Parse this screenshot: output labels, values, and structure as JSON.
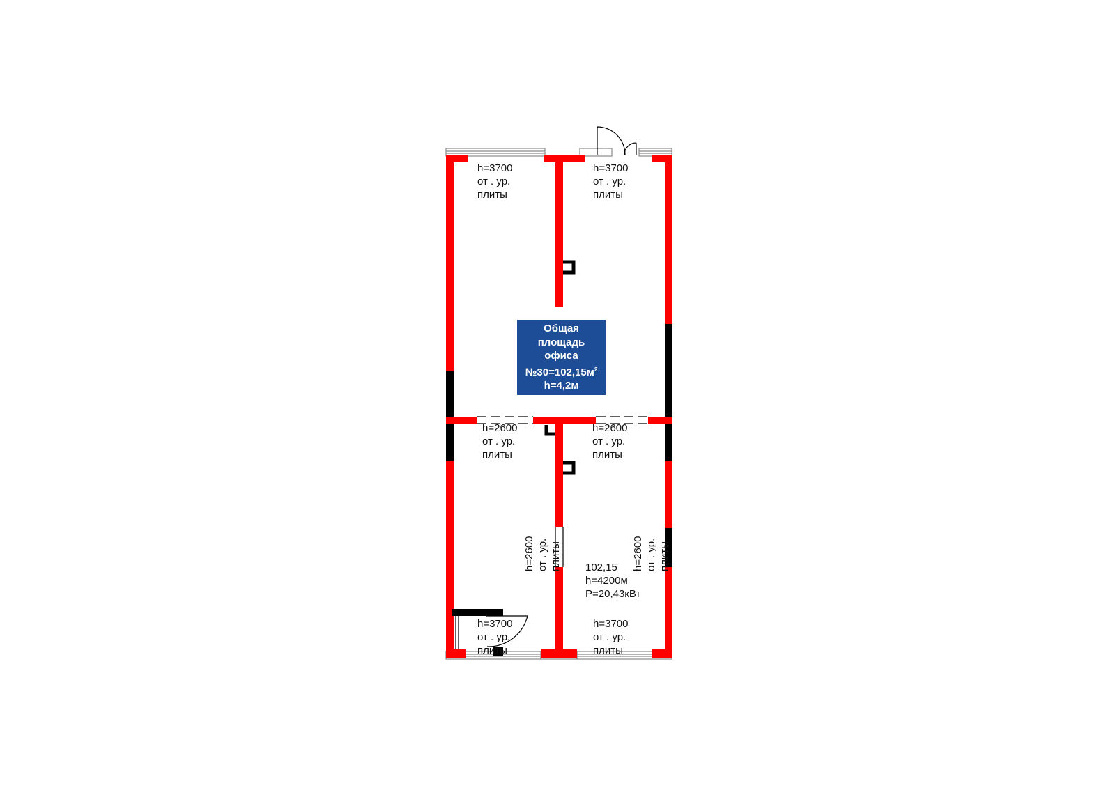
{
  "colors": {
    "wall": "#ff0000",
    "column": "#000000",
    "window": "#8a8a8a",
    "info_box": "#1e4d97",
    "info_text": "#ffffff"
  },
  "info_box": {
    "line1": "Общая",
    "line2": "площадь",
    "line3": "офиса",
    "line4": "№30=102,15м",
    "line4_sup": "2",
    "line5": "h=4,2м"
  },
  "labels": {
    "room_top_left": {
      "h": "h=3700",
      "sub1": "от .  ур.",
      "sub2": "плиты"
    },
    "room_top_right": {
      "h": "h=3700",
      "sub1": "от .  ур.",
      "sub2": "плиты"
    },
    "room_mid_left": {
      "h": "h=2600",
      "sub1": "от .  ур.",
      "sub2": "плиты"
    },
    "room_mid_right": {
      "h": "h=2600",
      "sub1": "от .  ур.",
      "sub2": "плиты"
    },
    "wall_vertical_left": {
      "h": "h=2600",
      "sub1": "от .  ур.",
      "sub2": "плиты"
    },
    "wall_vertical_right": {
      "h": "h=2600",
      "sub1": "от .  ур.",
      "sub2": "плиты"
    },
    "room_bottom_left": {
      "h": "h=3700",
      "sub1": "от .  ур.",
      "sub2": "плиты"
    },
    "room_bottom_right": {
      "h": "h=3700",
      "sub1": "от .  ур.",
      "sub2": "плиты"
    }
  },
  "specs": {
    "area": "102,15",
    "height": "h=4200м",
    "power": "P=20,43кВт"
  }
}
